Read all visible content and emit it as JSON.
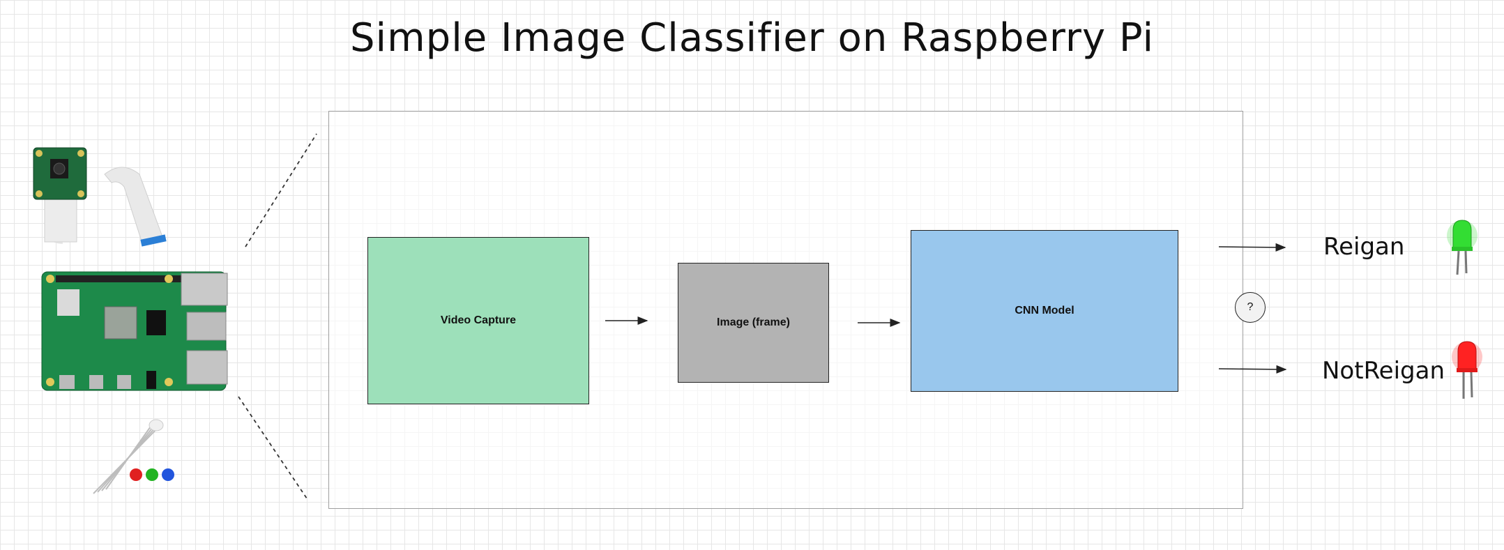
{
  "title": "Simple Image Classifier on Raspberry Pi",
  "blocks": {
    "video_capture": "Video Capture",
    "image_frame": "Image (frame)",
    "cnn_model": "CNN Model"
  },
  "decision_symbol": "?",
  "outputs": {
    "positive": "Reigan",
    "negative": "NotReigan"
  },
  "colors": {
    "video_capture": "#9de0ba",
    "image_frame": "#b3b3b3",
    "cnn_model": "#99c7ed",
    "led_positive": "#33dd33",
    "led_negative": "#ff2222"
  }
}
